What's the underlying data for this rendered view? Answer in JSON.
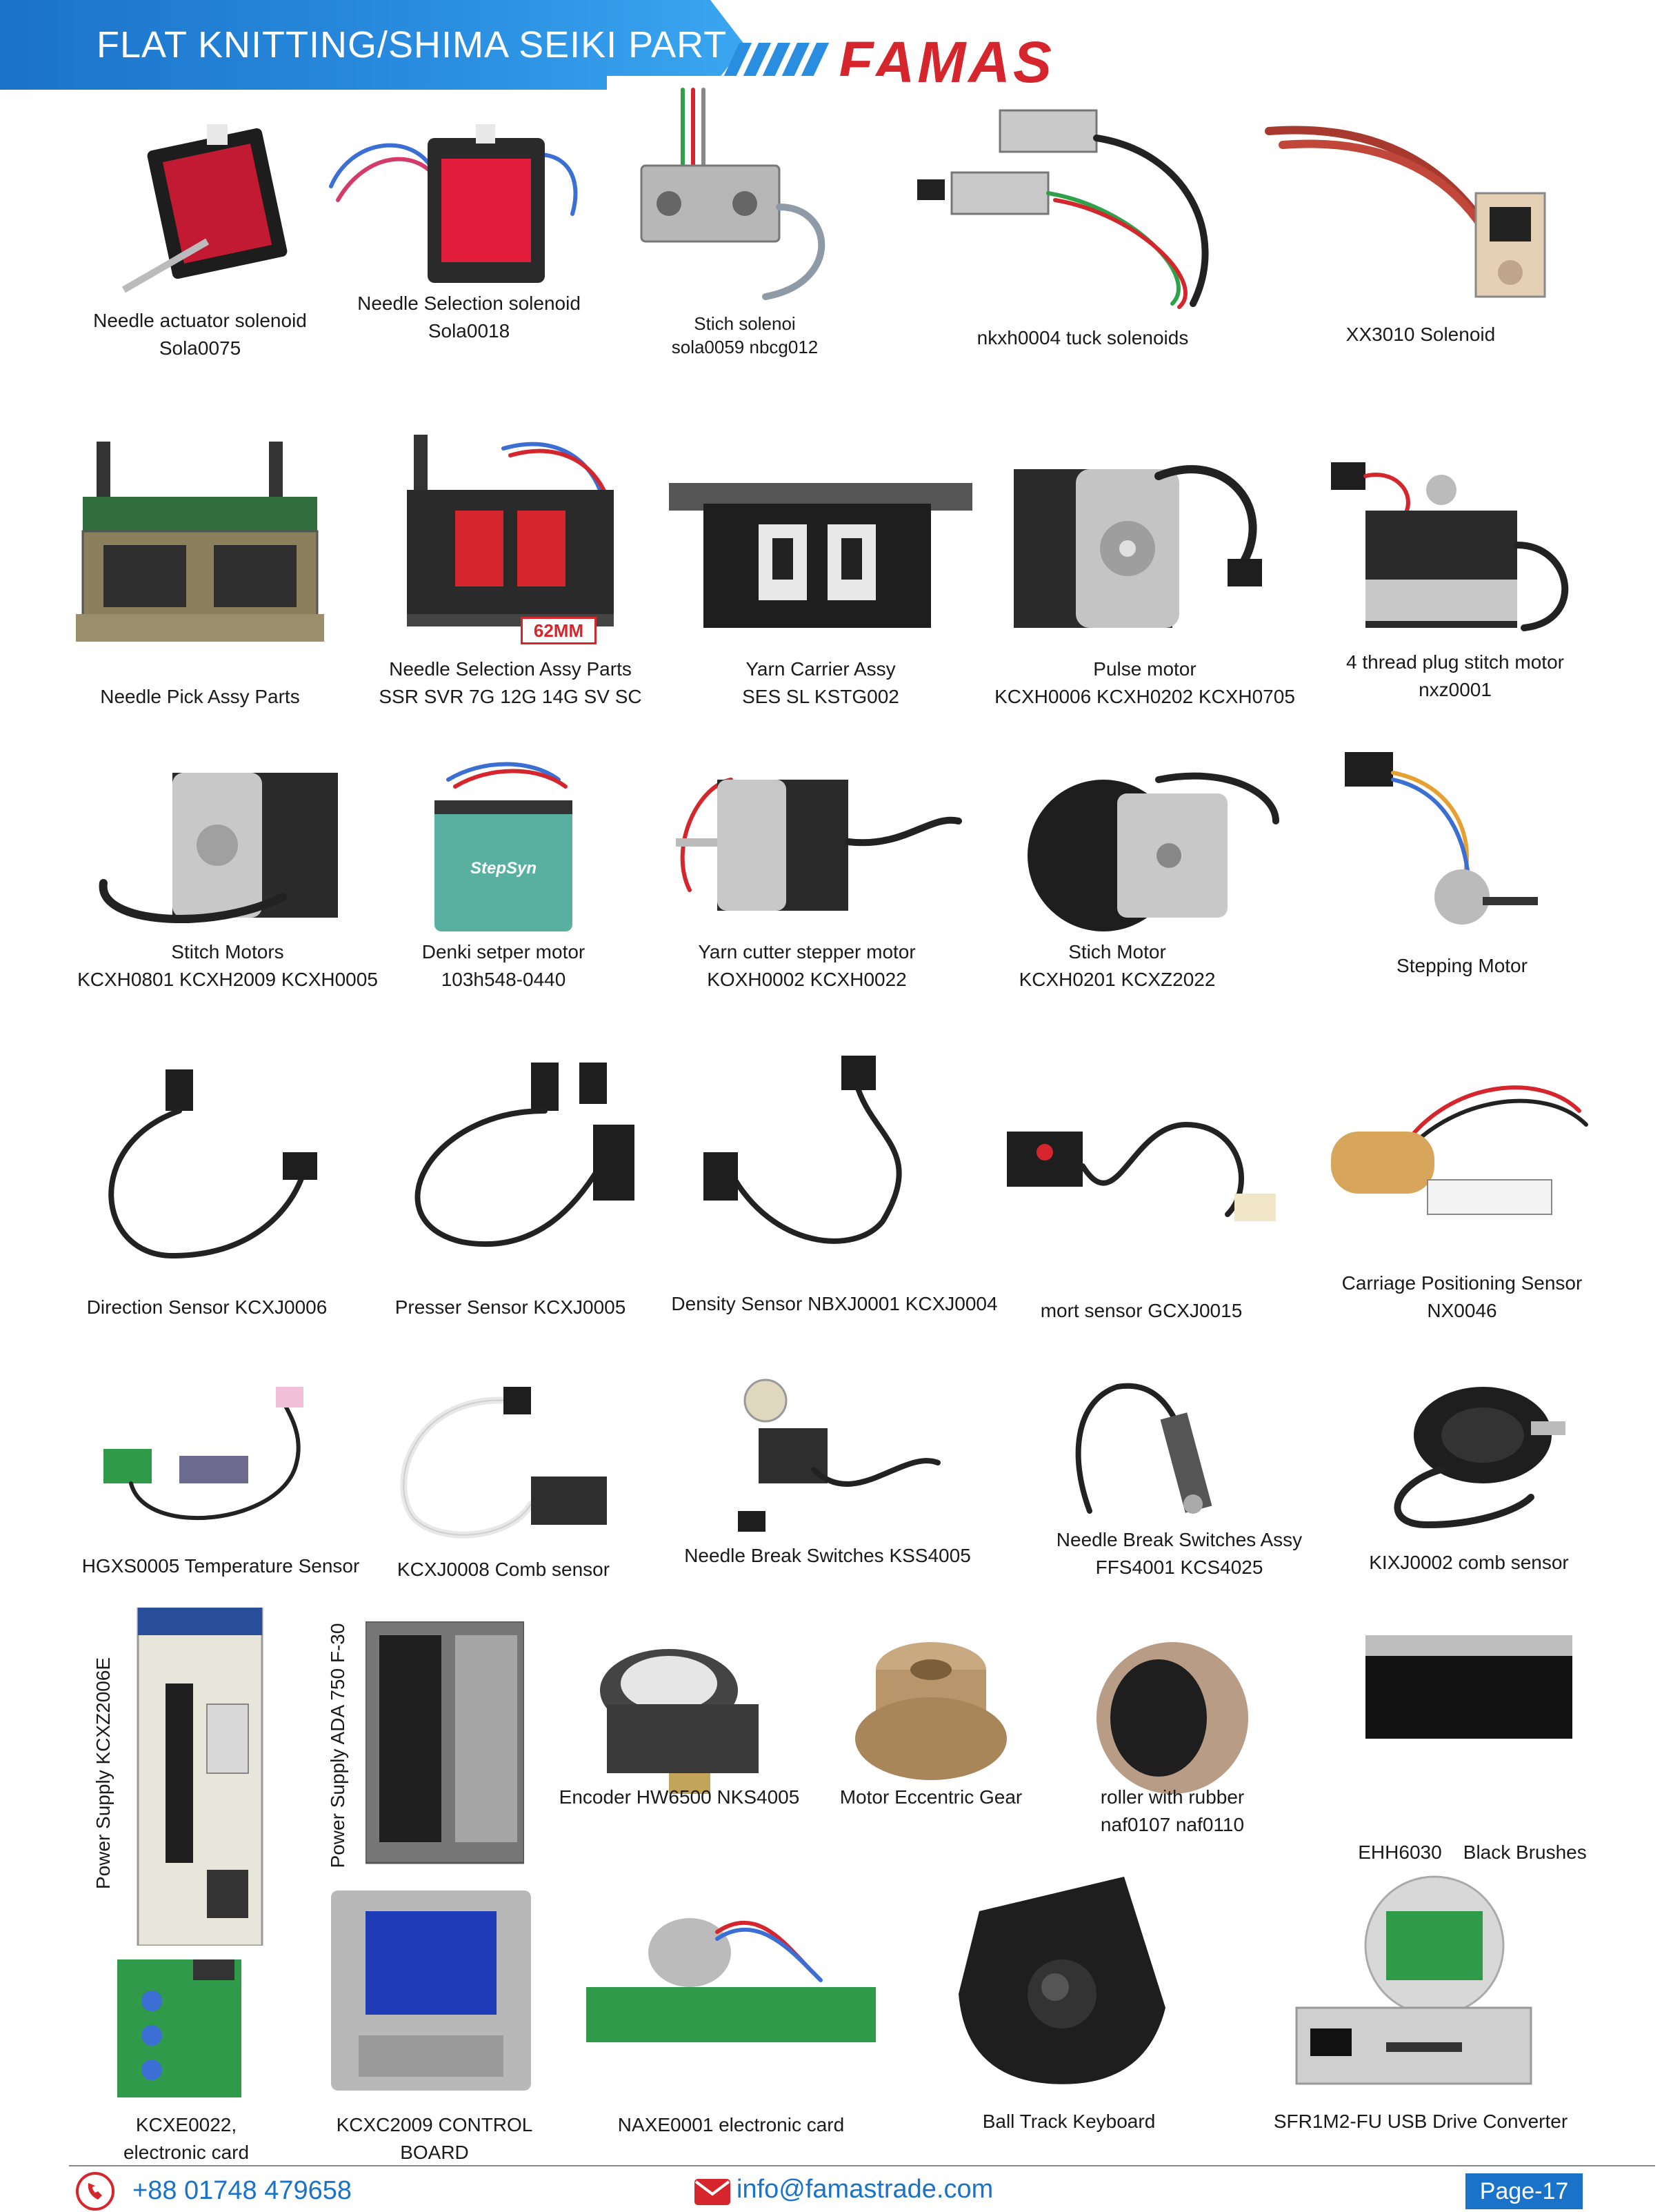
{
  "header": {
    "title": "FLAT KNITTING/SHIMA SEIKI PART",
    "brand": "FAMAS"
  },
  "colors": {
    "blue": "#1b73c9",
    "red": "#d4262c"
  },
  "row1": [
    {
      "l1": "Needle actuator solenoid",
      "l2": "Sola0075"
    },
    {
      "l1": "Needle Selection solenoid",
      "l2": "Sola0018"
    },
    {
      "l1": "Stich solenoi",
      "l2": "sola0059 nbcg012"
    },
    {
      "l1": "nkxh0004 tuck solenoids",
      "l2": ""
    },
    {
      "l1": "XX3010 Solenoid",
      "l2": ""
    }
  ],
  "row2": [
    {
      "l1": "Needle Pick Assy Parts",
      "l2": ""
    },
    {
      "l1": "Needle Selection Assy Parts",
      "l2": "SSR SVR 7G 12G 14G SV SC",
      "badge": "62MM"
    },
    {
      "l1": "Yarn Carrier Assy",
      "l2": "SES SL KSTG002"
    },
    {
      "l1": "Pulse motor",
      "l2": "KCXH0006 KCXH0202 KCXH0705"
    },
    {
      "l1": "4 thread plug stitch motor",
      "l2": "nxz0001"
    }
  ],
  "row3": [
    {
      "l1": "Stitch Motors",
      "l2": "KCXH0801 KCXH2009 KCXH0005"
    },
    {
      "l1": "Denki setper motor",
      "l2": "103h548-0440",
      "badge": "StepSyn"
    },
    {
      "l1": "Yarn cutter stepper motor",
      "l2": "KOXH0002 KCXH0022"
    },
    {
      "l1": "Stich Motor",
      "l2": "KCXH0201 KCXZ2022"
    },
    {
      "l1": "Stepping Motor",
      "l2": ""
    }
  ],
  "row4": [
    {
      "l1": "Direction Sensor KCXJ0006",
      "l2": ""
    },
    {
      "l1": "Presser Sensor KCXJ0005",
      "l2": ""
    },
    {
      "l1": "Density Sensor NBXJ0001 KCXJ0004",
      "l2": ""
    },
    {
      "l1": "mort sensor GCXJ0015",
      "l2": ""
    },
    {
      "l1": "Carriage Positioning Sensor",
      "l2": "NX0046"
    }
  ],
  "row5": [
    {
      "l1": "HGXS0005 Temperature Sensor",
      "l2": ""
    },
    {
      "l1": "KCXJ0008 Comb sensor",
      "l2": ""
    },
    {
      "l1": "Needle Break Switches KSS4005",
      "l2": ""
    },
    {
      "l1": "Needle Break Switches Assy",
      "l2": "FFS4001 KCS4025"
    },
    {
      "l1": "KIXJ0002 comb sensor",
      "l2": ""
    }
  ],
  "row6": {
    "ps1": "Power Supply KCXZ2006E",
    "ps2": "Power Supply ADA 750 F-30",
    "items": [
      {
        "l1": "Encoder HW6500 NKS4005",
        "l2": ""
      },
      {
        "l1": "Motor Eccentric Gear",
        "l2": ""
      },
      {
        "l1": "roller with rubber",
        "l2": "naf0107 naf0110"
      },
      {
        "l1": "EHH6030    Black Brushes",
        "l2": ""
      }
    ]
  },
  "row7": [
    {
      "l1": "KCXE0022,",
      "l2": "electronic card"
    },
    {
      "l1": "KCXC2009 CONTROL BOARD",
      "l2": ""
    },
    {
      "l1": "NAXE0001 electronic card",
      "l2": ""
    },
    {
      "l1": "Ball Track Keyboard",
      "l2": ""
    },
    {
      "l1": "SFR1M2-FU USB Drive Converter",
      "l2": ""
    }
  ],
  "footer": {
    "phone": "+88 01748 479658",
    "email": "info@famastrade.com",
    "page": "Page-17"
  }
}
